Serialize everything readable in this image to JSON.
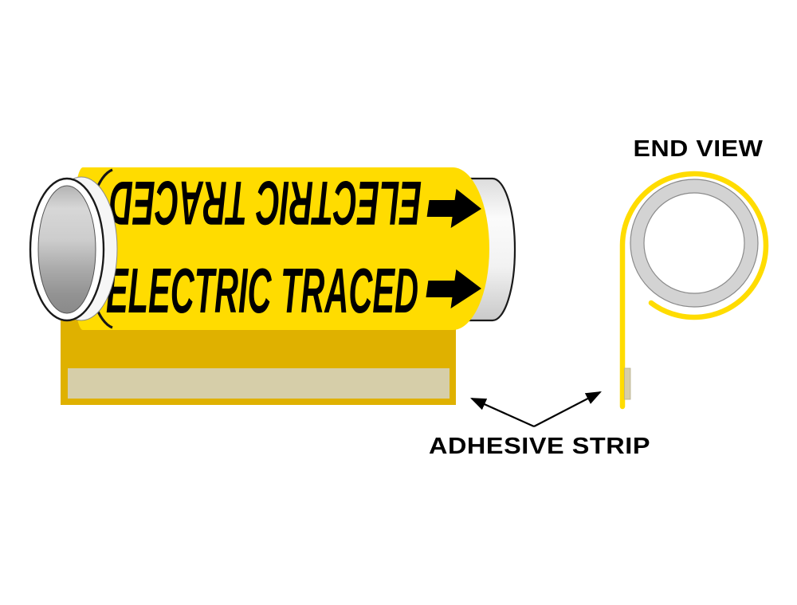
{
  "pipe_marker": {
    "label_text_top": "ELECTRIC TRACED",
    "label_text_bottom": "ELECTRIC TRACED"
  },
  "end_view": {
    "title": "END VIEW"
  },
  "annotation": {
    "adhesive_label": "ADHESIVE STRIP"
  },
  "colors": {
    "label_yellow": "#FFDC00",
    "label_gold": "#DFB100",
    "adhesive_tan": "#D6CEA9",
    "pipe_light_gray": "#D3D3D3",
    "outline_dark": "#1a1a1a",
    "text_black": "#000000"
  }
}
